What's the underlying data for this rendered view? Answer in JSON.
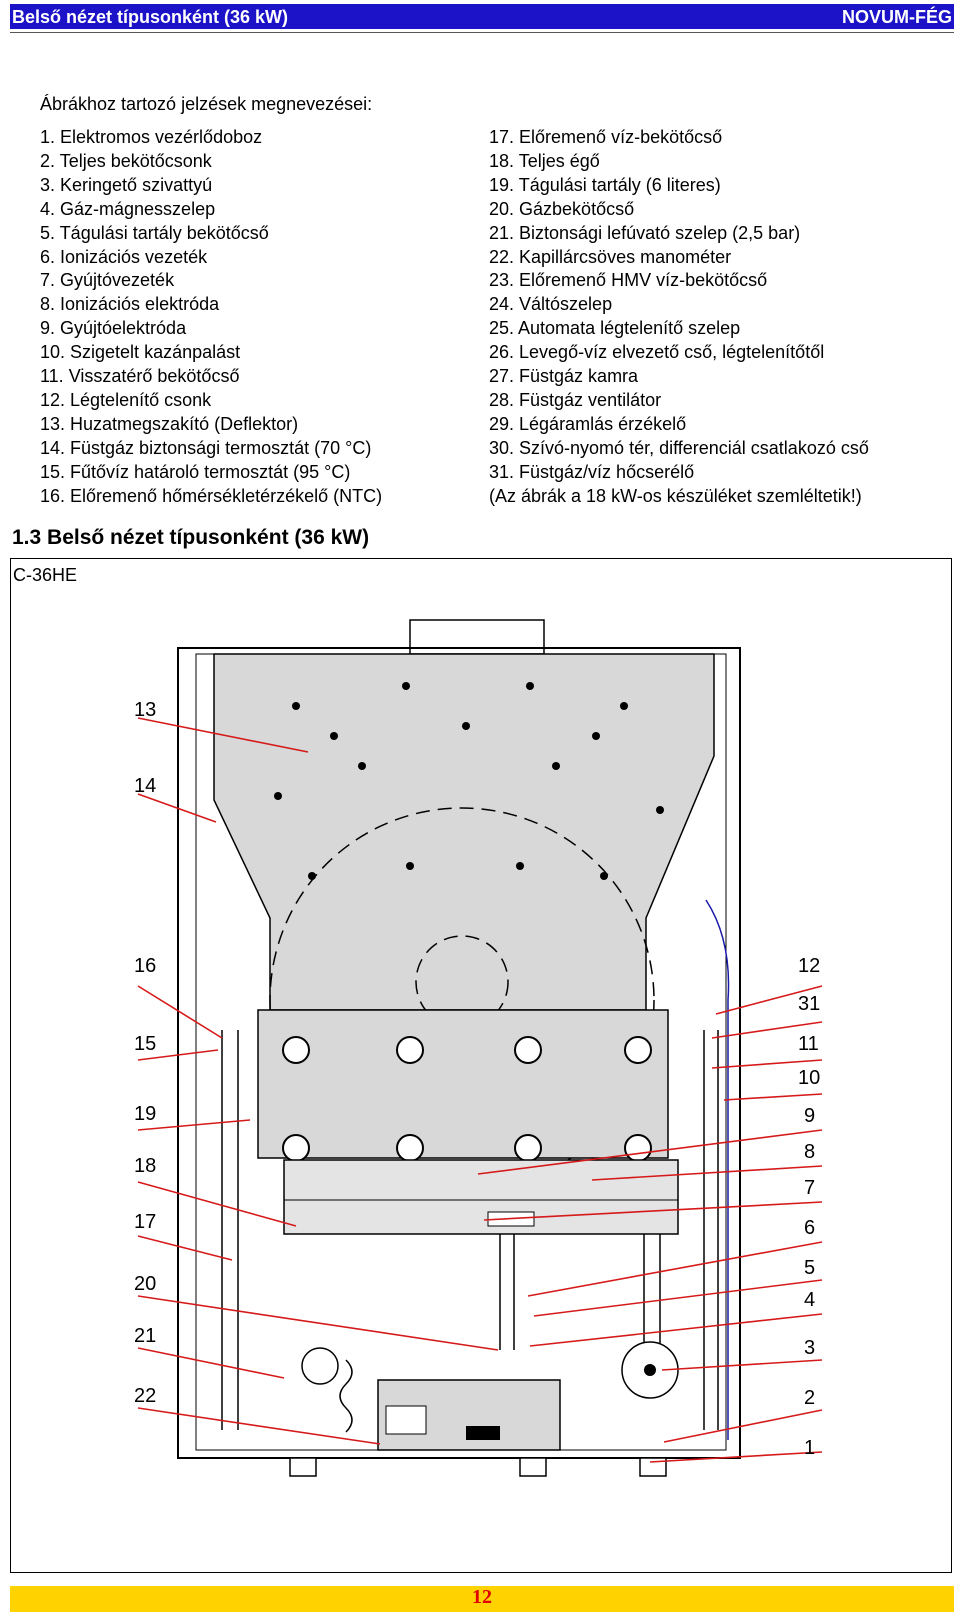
{
  "header": {
    "title": "Belső nézet típusonként (36 kW)",
    "brand": "NOVUM-FÉG"
  },
  "legend": {
    "title": "Ábrákhoz tartozó jelzések megnevezései:",
    "left": [
      "1.  Elektromos vezérlődoboz",
      "2.  Teljes bekötőcsonk",
      "3.  Keringető szivattyú",
      "4.  Gáz-mágnesszelep",
      "5.  Tágulási tartály bekötőcső",
      "6.  Ionizációs vezeték",
      "7.  Gyújtóvezeték",
      "8.  Ionizációs elektróda",
      "9.  Gyújtóelektróda",
      "10. Szigetelt kazánpalást",
      "11. Visszatérő bekötőcső",
      "12. Légtelenítő csonk",
      "13. Huzatmegszakító (Deflektor)",
      "14. Füstgáz biztonsági termosztát (70 °C)",
      "15. Fűtővíz határoló termosztát (95 °C)",
      "16. Előremenő hőmérsékletérzékelő (NTC)"
    ],
    "right": [
      "17. Előremenő víz-bekötőcső",
      "18. Teljes égő",
      "19. Tágulási tartály (6 literes)",
      "20. Gázbekötőcső",
      "21. Biztonsági lefúvató szelep (2,5 bar)",
      "22. Kapillárcsöves manométer",
      "23. Előremenő HMV víz-bekötőcső",
      "24. Váltószelep",
      "25. Automata légtelenítő szelep",
      "26. Levegő-víz elvezető cső, légtelenítőtől",
      "27. Füstgáz kamra",
      "28. Füstgáz ventilátor",
      "29. Légáramlás érzékelő",
      "30. Szívó-nyomó tér, differenciál csatlakozó cső",
      "31. Füstgáz/víz hőcserélő",
      "(Az ábrák a 18 kW-os készüléket szemléltetik!)"
    ]
  },
  "section": {
    "title": "1.3 Belső nézet típusonként (36 kW)",
    "model": "C-36HE"
  },
  "callouts": {
    "left": [
      "13",
      "14",
      "16",
      "15",
      "19",
      "18",
      "17",
      "20",
      "21",
      "22"
    ],
    "right": [
      "12",
      "31",
      "11",
      "10",
      "9",
      "8",
      "7",
      "6",
      "5",
      "4",
      "3",
      "2",
      "1"
    ]
  },
  "colors": {
    "header_bg": "#1c12c8",
    "footer_bg": "#ffd200",
    "page_number": "#e10000",
    "leader": "#d61a1a",
    "drawing": "#000000",
    "water_line": "#1a1aa8"
  },
  "footer": {
    "page_number": "12"
  }
}
